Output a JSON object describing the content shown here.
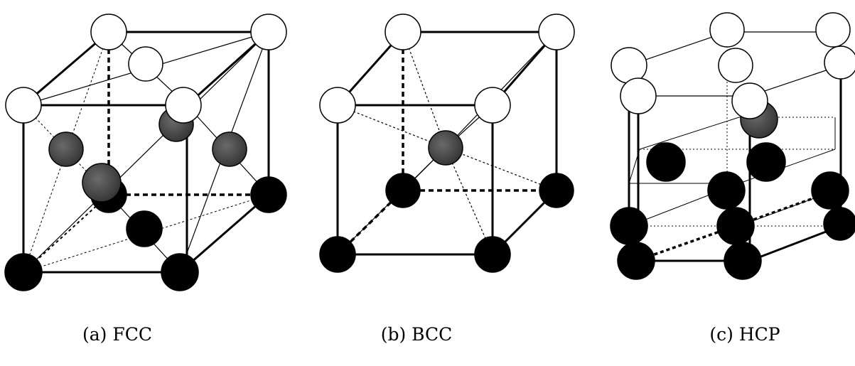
{
  "captions": {
    "fcc": "(a) FCC",
    "bcc": "(b) BCC",
    "hcp": "(c) HCP"
  },
  "colors": {
    "line": "#000000",
    "atom_top": "#ffffff",
    "atom_middle": "#4a4a4a",
    "atom_bottom": "#000000"
  }
}
